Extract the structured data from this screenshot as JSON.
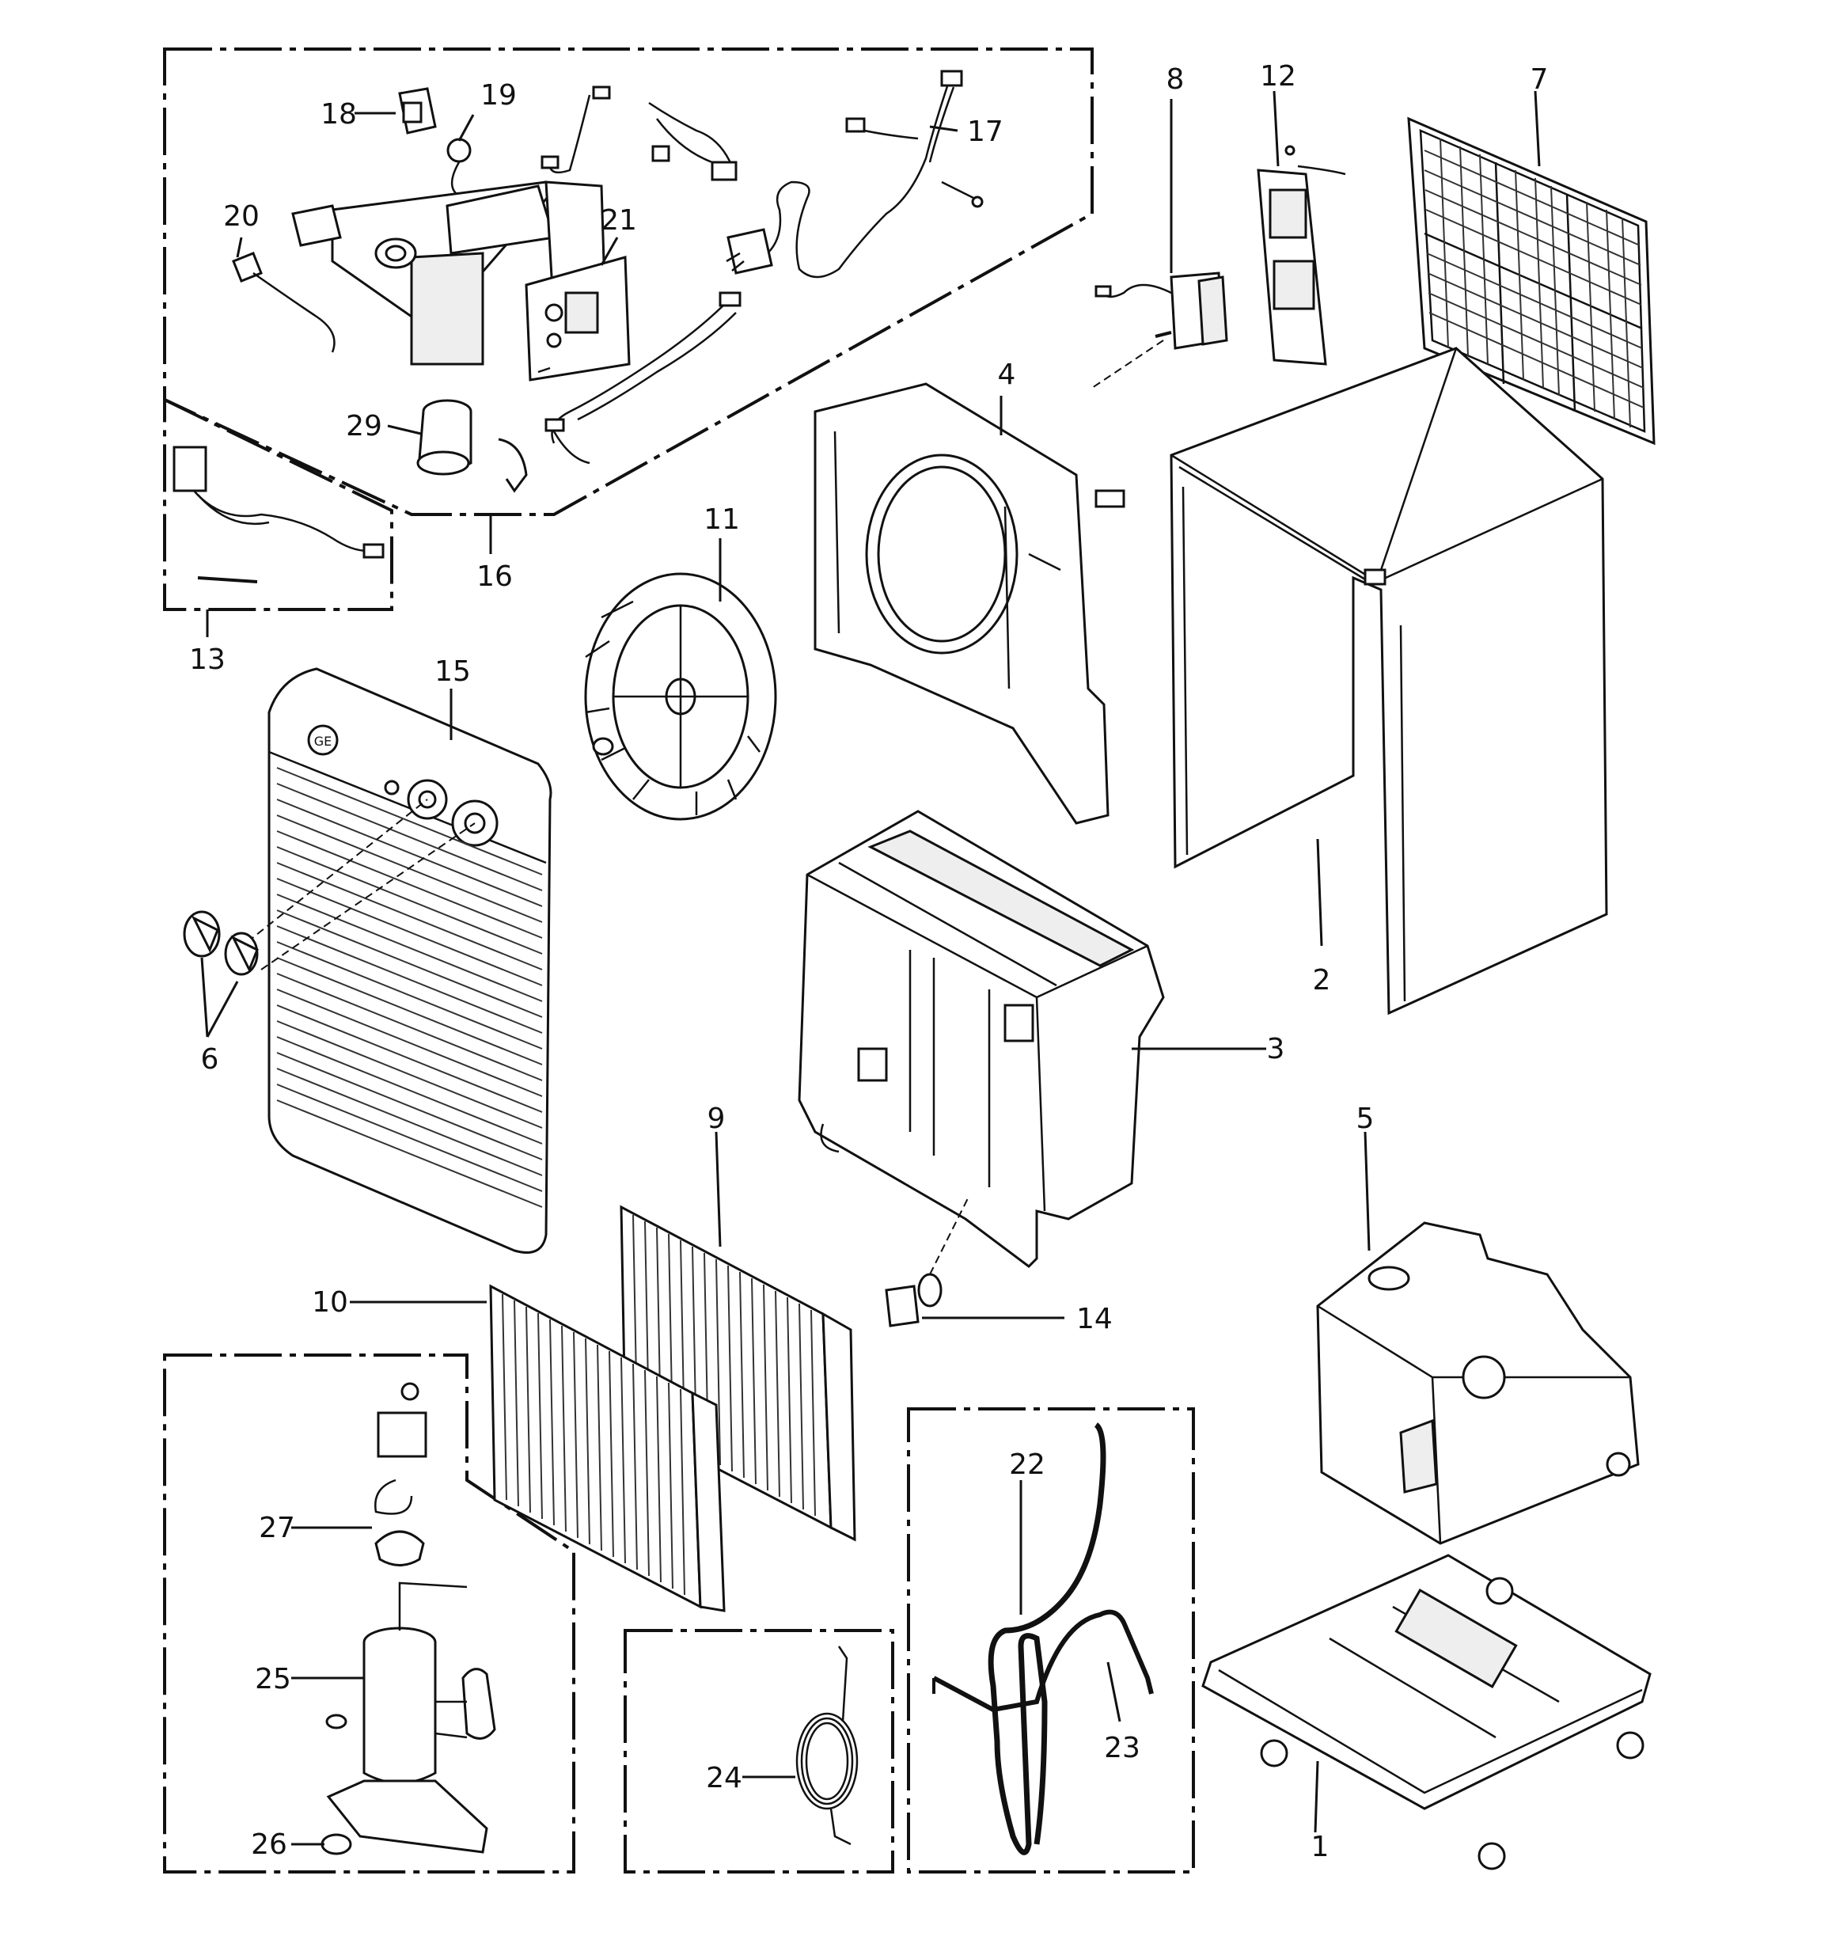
{
  "diagram": {
    "callouts": {
      "c1": "1",
      "c2": "2",
      "c3": "3",
      "c4": "4",
      "c5": "5",
      "c6": "6",
      "c7": "7",
      "c8": "8",
      "c9": "9",
      "c10": "10",
      "c11": "11",
      "c12": "12",
      "c13": "13",
      "c14": "14",
      "c15": "15",
      "c16": "16",
      "c17": "17",
      "c18": "18",
      "c19": "19",
      "c20": "20",
      "c21": "21",
      "c22": "22",
      "c23": "23",
      "c24": "24",
      "c25": "25",
      "c26": "26",
      "c27": "27",
      "c29": "29"
    },
    "icons": {
      "logo": "ge-monogram-icon"
    }
  }
}
